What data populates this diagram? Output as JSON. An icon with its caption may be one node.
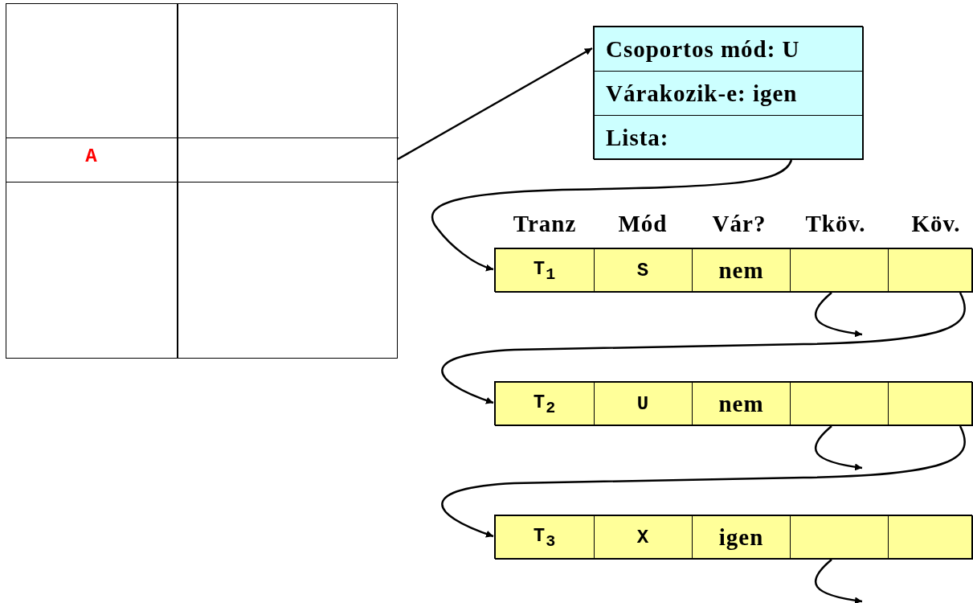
{
  "diagram": {
    "nodes": [
      {
        "text": [],
        "shape": "box"
      },
      {
        "text": [
          "A"
        ],
        "in": 0
      },
      {
        "text": [],
        "shape": "box"
      },
      {
        "text": [
          "Csoportos mód: U"
        ],
        "in": 2
      },
      {
        "text": [
          "Várakozik-e: igen"
        ],
        "in": 2
      },
      {
        "text": [
          "Lista:"
        ],
        "in": 2
      },
      {
        "text": [],
        "shape": "box"
      },
      {
        "text": [
          "T$_{1}$"
        ],
        "in": 6
      },
      {
        "text": [
          "S"
        ],
        "in": 6
      },
      {
        "text": [
          "nem"
        ],
        "in": 6
      },
      {
        "text": [],
        "shape": "box",
        "in": 6
      },
      {
        "text": [],
        "shape": "box",
        "in": 6
      },
      {
        "text": [],
        "shape": "box"
      },
      {
        "text": [
          "T$_{2}$"
        ],
        "in": 12
      },
      {
        "text": [
          "U"
        ],
        "in": 12
      },
      {
        "text": [
          "nem"
        ],
        "in": 12
      },
      {
        "text": [],
        "shape": "box",
        "in": 12
      },
      {
        "text": [],
        "shape": "box",
        "in": 12
      },
      {
        "text": [],
        "shape": "box"
      },
      {
        "text": [
          "T$_{3}$"
        ],
        "in": 18
      },
      {
        "text": [
          "X"
        ],
        "in": 18
      },
      {
        "text": [
          "igen"
        ],
        "in": 18
      },
      {
        "text": [],
        "shape": "box",
        "in": 18
      },
      {
        "text": [],
        "shape": "box",
        "in": 18
      }
    ],
    "edges": [
      {
        "from": 1,
        "to": 2,
        "arrow": "to"
      },
      {
        "from": 5,
        "to": 6,
        "arrow": "to"
      },
      {
        "from": 10,
        "to": null,
        "arrow": "to"
      },
      {
        "from": 11,
        "to": 12,
        "arrow": "to"
      },
      {
        "from": 16,
        "to": null,
        "arrow": "to"
      },
      {
        "from": 17,
        "to": 18,
        "arrow": "to"
      },
      {
        "from": 22,
        "to": null,
        "arrow": "to"
      }
    ],
    "labels": [
      "Tranz",
      "Mód",
      "Vár?",
      "Tköv.",
      "Köv."
    ]
  }
}
